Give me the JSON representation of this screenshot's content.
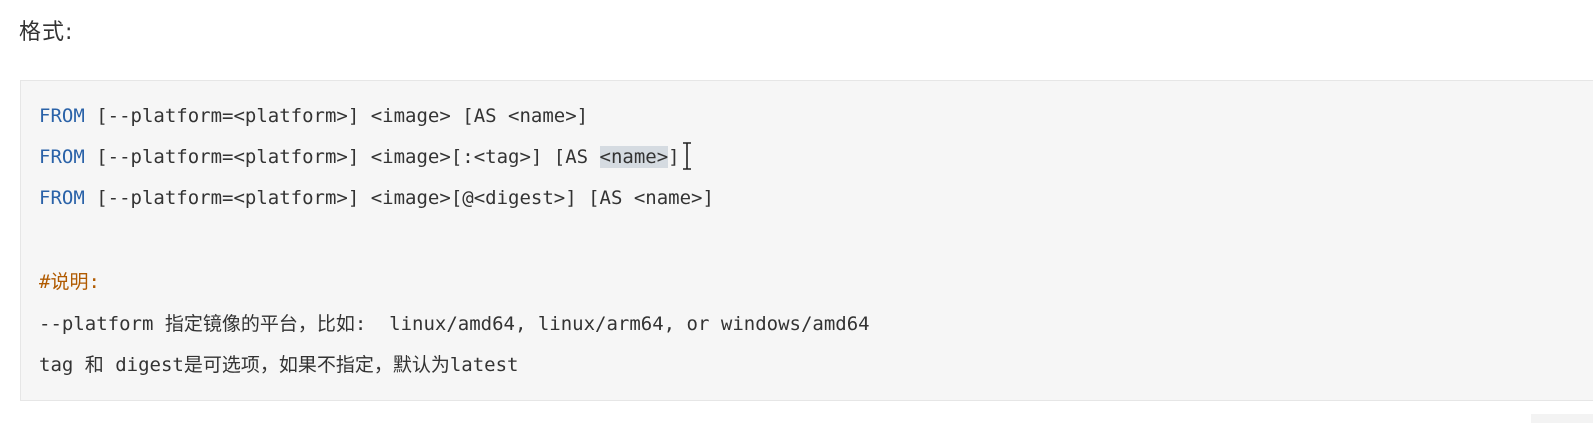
{
  "heading": "格式:",
  "code": {
    "lines": [
      {
        "kw": "FROM",
        "rest": " [--platform=<platform>] <image> [AS <name>]"
      },
      {
        "kw": "FROM",
        "rest": " [--platform=<platform>] <image>[:<tag>] [AS ",
        "selected": "<name>",
        "after": "]"
      },
      {
        "kw": "FROM",
        "rest": " [--platform=<platform>] <image>[@<digest>] [AS <name>]"
      }
    ],
    "comment": "#说明:",
    "note1": "--platform 指定镜像的平台，比如:  linux/amd64, linux/arm64, or windows/amd64",
    "note2": "tag 和 digest是可选项，如果不指定，默认为latest"
  },
  "colors": {
    "keyword": "#2a62a8",
    "comment": "#b05a00",
    "text": "#333333",
    "code_background": "#f6f6f6",
    "selection": "#d5dbe1"
  },
  "icons": [
    "text-cursor-icon"
  ]
}
